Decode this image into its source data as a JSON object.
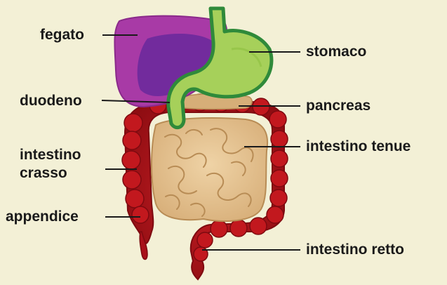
{
  "labels": {
    "fegato": "fegato",
    "duodeno": "duodeno",
    "intestino_crasso_1": "intestino",
    "intestino_crasso_2": "crasso",
    "appendice": "appendice",
    "stomaco": "stomaco",
    "pancreas": "pancreas",
    "intestino_tenue": "intestino tenue",
    "intestino_retto": "intestino retto"
  },
  "colors": {
    "background": "#f3f0d6",
    "liver_outer": "#a83aa6",
    "liver_inner": "#6b2a9c",
    "stomach_fill": "#a6d05a",
    "stomach_edge": "#2f8a3a",
    "pancreas": "#d8b07a",
    "small_intestine": "#e2c08e",
    "large_intestine": "#b2121a",
    "leader_line": "#1a1a1a"
  }
}
